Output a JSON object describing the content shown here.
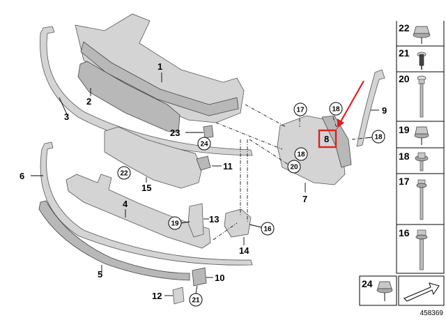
{
  "diagram": {
    "reference_number": "458369",
    "callouts": [
      "1",
      "2",
      "3",
      "4",
      "5",
      "6",
      "7",
      "8",
      "9",
      "10",
      "11",
      "12",
      "13",
      "14",
      "15",
      "23"
    ],
    "circled_callouts": [
      "16",
      "17",
      "18",
      "18",
      "18",
      "19",
      "20",
      "21",
      "22",
      "24"
    ],
    "highlight_color": "#e02020"
  },
  "fasteners_panel": {
    "items": [
      {
        "number": "22",
        "icon": "flange-nut-icon"
      },
      {
        "number": "21",
        "icon": "clip-rivet-icon"
      },
      {
        "number": "20",
        "icon": "long-screw-icon"
      },
      {
        "number": "19",
        "icon": "hex-nut-icon"
      },
      {
        "number": "18",
        "icon": "short-bolt-icon"
      },
      {
        "number": "17",
        "icon": "medium-bolt-icon"
      },
      {
        "number": "16",
        "icon": "long-bolt-icon"
      }
    ],
    "bottom_item": {
      "number": "24",
      "icon": "flange-nut-icon"
    }
  }
}
